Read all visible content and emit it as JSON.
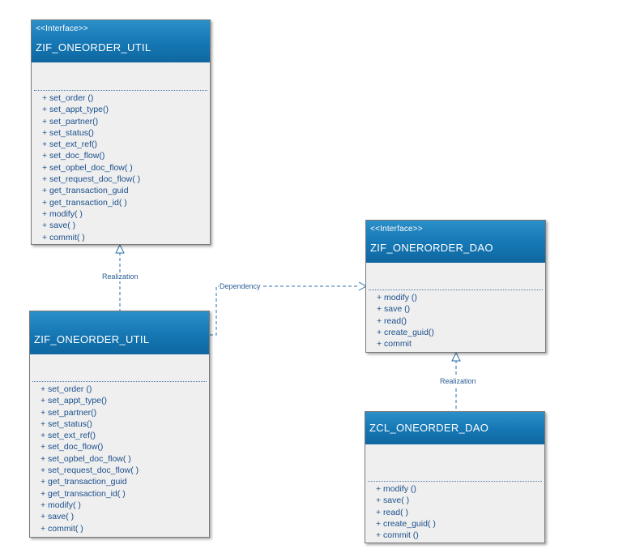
{
  "classes": {
    "util_interface": {
      "stereotype": "<<Interface>>",
      "name": "ZIF_ONEORDER_UTIL",
      "operations": [
        "+ set_order ()",
        "+ set_appt_type()",
        "+ set_partner()",
        "+ set_status()",
        "+ set_ext_ref()",
        "+ set_doc_flow()",
        "+ set_opbel_doc_flow( )",
        "+ set_request_doc_flow( )",
        "+ get_transaction_guid",
        "+ get_transaction_id( )",
        "+ modify( )",
        "+ save( )",
        "+ commit( )"
      ]
    },
    "util_impl": {
      "name": "ZIF_ONEORDER_UTIL",
      "operations": [
        "+ set_order ()",
        "+ set_appt_type()",
        "+ set_partner()",
        "+ set_status()",
        "+ set_ext_ref()",
        "+ set_doc_flow()",
        "+ set_opbel_doc_flow( )",
        "+ set_request_doc_flow( )",
        "+ get_transaction_guid",
        "+ get_transaction_id( )",
        "+ modify( )",
        "+ save( )",
        "+ commit( )"
      ]
    },
    "dao_interface": {
      "stereotype": "<<Interface>>",
      "name": "ZIF_ONERORDER_DAO",
      "operations": [
        "+ modify ()",
        "+ save ()",
        "+ read()",
        "+ create_guid()",
        "+ commit"
      ]
    },
    "dao_impl": {
      "name": "ZCL_ONEORDER_DAO",
      "operations": [
        "+ modify ()",
        "+ save( )",
        "+ read( )",
        "+ create_guid( )",
        "+ commit ()"
      ]
    }
  },
  "relations": {
    "realization_util": "Realization",
    "dependency": "Dependency",
    "realization_dao": "Realization"
  },
  "colors": {
    "header": "#1577b4",
    "body": "#efefef",
    "text": "#1b4f8c",
    "line": "#2a6fae"
  }
}
